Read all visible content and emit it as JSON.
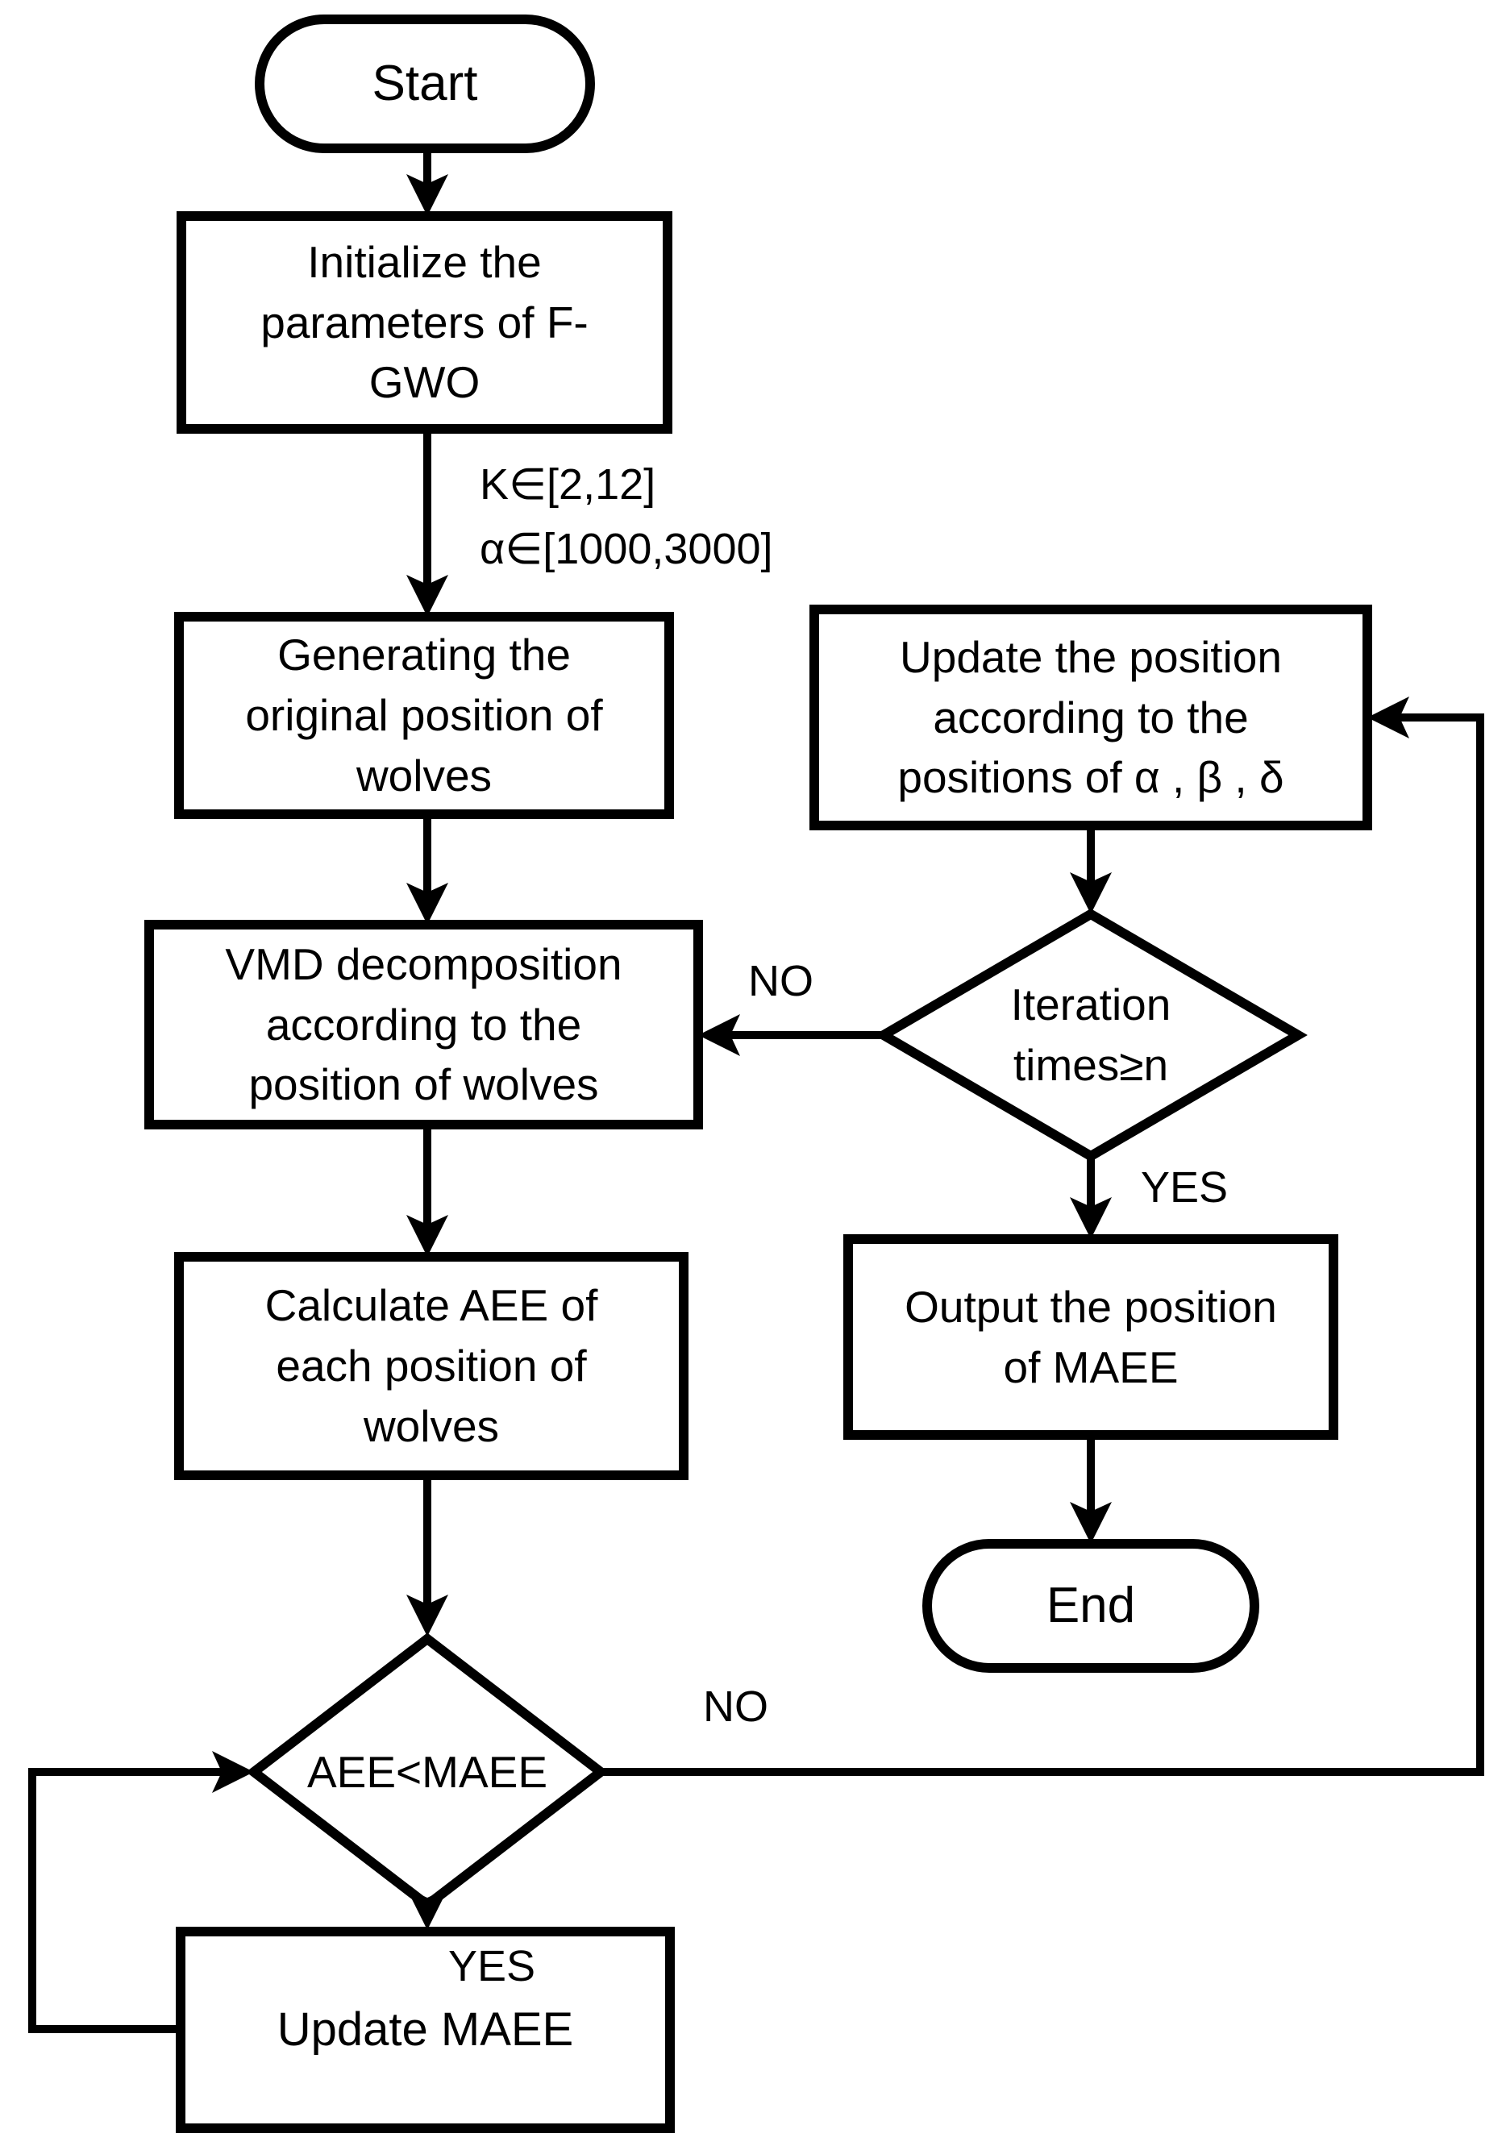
{
  "diagram_type": "flowchart",
  "colors": {
    "stroke": "#000000",
    "fill": "#ffffff",
    "background": "#ffffff"
  },
  "nodes": {
    "start": {
      "label": "Start",
      "shape": "stadium"
    },
    "initialize": {
      "label": "Initialize the parameters of F-GWO",
      "shape": "rect"
    },
    "generate": {
      "label": "Generating the original position of wolves",
      "shape": "rect"
    },
    "vmd": {
      "label": "VMD decomposition according to the position of wolves",
      "shape": "rect"
    },
    "calc_aee": {
      "label": "Calculate AEE of each position of wolves",
      "shape": "rect"
    },
    "aee_check": {
      "label": "AEE<MAEE",
      "shape": "diamond"
    },
    "update_maee": {
      "label": "Update MAEE",
      "shape": "rect"
    },
    "update_position": {
      "label": "Update the position according to the positions of α , β , δ",
      "shape": "rect"
    },
    "iteration_check": {
      "label": "Iteration times≥n",
      "shape": "diamond"
    },
    "output": {
      "label": "Output the position of MAEE",
      "shape": "rect"
    },
    "end": {
      "label": "End",
      "shape": "stadium"
    }
  },
  "edge_labels": {
    "k_range": "K∈[2,12]",
    "alpha_range": "α∈[1000,3000]",
    "iteration_no": "NO",
    "iteration_yes": "YES",
    "aee_no": "NO",
    "aee_yes": "YES"
  }
}
